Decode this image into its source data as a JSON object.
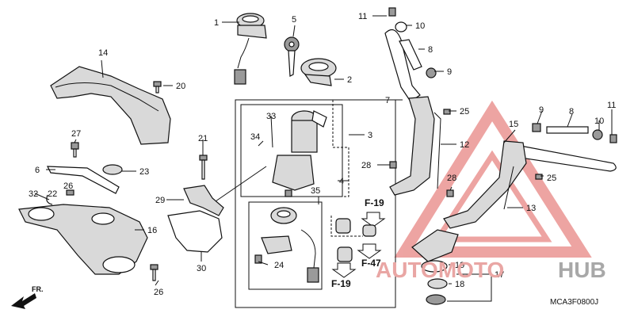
{
  "diagram": {
    "part_numbers": [
      "1",
      "2",
      "3",
      "4",
      "5",
      "6",
      "7",
      "8",
      "9",
      "10",
      "11",
      "12",
      "13",
      "14",
      "15",
      "16",
      "17",
      "18",
      "19",
      "20",
      "21",
      "22",
      "23",
      "24",
      "25",
      "26",
      "27",
      "28",
      "29",
      "30",
      "32",
      "33",
      "34",
      "35"
    ],
    "right_side_numbers": [
      "8",
      "9",
      "10",
      "11",
      "25",
      "28"
    ],
    "ref_labels": [
      "F-19",
      "F-47",
      "F-19"
    ],
    "diagram_code": "MCA3F0800J",
    "direction_label": "FR.",
    "watermark": {
      "part1": "AUTOMOTO",
      "part2": "HUB",
      "color": "#e05a57"
    }
  }
}
